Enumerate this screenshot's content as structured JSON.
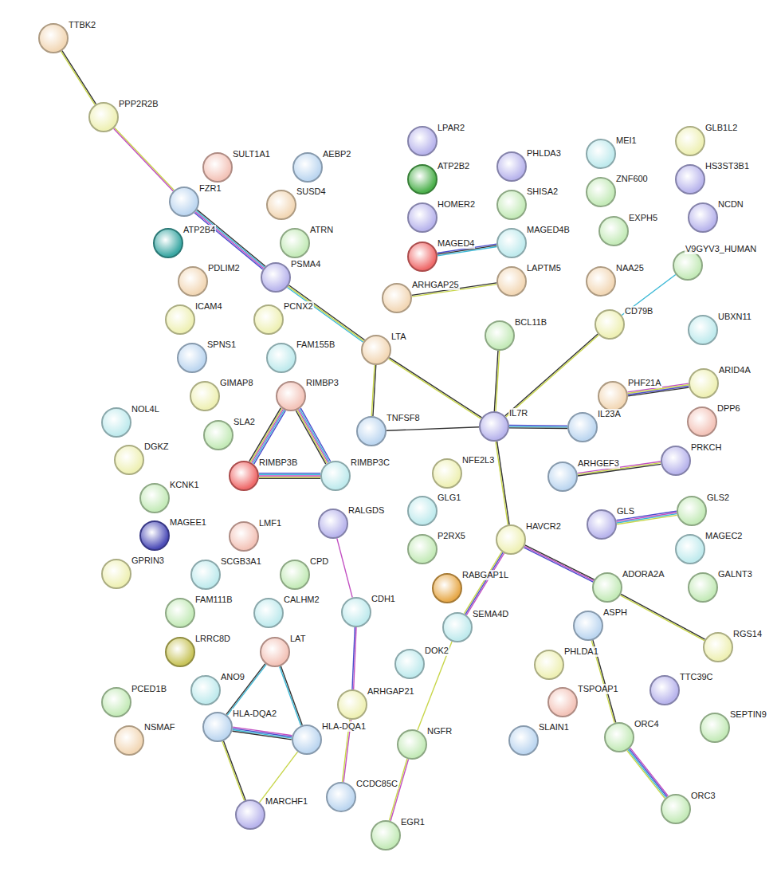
{
  "diagram": {
    "nodes": [
      {
        "text": [
          "TTBK2"
        ]
      },
      {
        "text": [
          "PPP2R2B"
        ]
      },
      {
        "text": [
          "LPAR2"
        ]
      },
      {
        "text": [
          "GLB1L2"
        ]
      },
      {
        "text": [
          "MEI1"
        ]
      },
      {
        "text": [
          "ATP2B2"
        ]
      },
      {
        "text": [
          "PHLDA3"
        ]
      },
      {
        "text": [
          "SULT1A1"
        ]
      },
      {
        "text": [
          "AEBP2"
        ]
      },
      {
        "text": [
          "HS3ST3B1"
        ]
      },
      {
        "text": [
          "ZNF600"
        ]
      },
      {
        "text": [
          "HOMER2"
        ]
      },
      {
        "text": [
          "SHISA2"
        ]
      },
      {
        "text": [
          "FZR1"
        ]
      },
      {
        "text": [
          "SUSD4"
        ]
      },
      {
        "text": [
          "NCDN"
        ]
      },
      {
        "text": [
          "EXPH5"
        ]
      },
      {
        "text": [
          "ATP2B4"
        ]
      },
      {
        "text": [
          "ATRN"
        ]
      },
      {
        "text": [
          "MAGED4"
        ]
      },
      {
        "text": [
          "MAGED4B"
        ]
      },
      {
        "text": [
          "V9GYV3_HUMAN"
        ]
      },
      {
        "text": [
          "PSMA4"
        ]
      },
      {
        "text": [
          "PDLIM2"
        ]
      },
      {
        "text": [
          "LAPTM5"
        ]
      },
      {
        "text": [
          "NAA25"
        ]
      },
      {
        "text": [
          "ARHGAP25"
        ]
      },
      {
        "text": [
          "ICAM4"
        ]
      },
      {
        "text": [
          "PCNX2"
        ]
      },
      {
        "text": [
          "CD79B"
        ]
      },
      {
        "text": [
          "UBXN11"
        ]
      },
      {
        "text": [
          "BCL11B"
        ]
      },
      {
        "text": [
          "LTA"
        ]
      },
      {
        "text": [
          "FAM155B"
        ]
      },
      {
        "text": [
          "SPNS1"
        ]
      },
      {
        "text": [
          "GIMAP8"
        ]
      },
      {
        "text": [
          "RIMBP3"
        ]
      },
      {
        "text": [
          "ARID4A"
        ]
      },
      {
        "text": [
          "PHF21A"
        ]
      },
      {
        "text": [
          "DPP6"
        ]
      },
      {
        "text": [
          "NOL4L"
        ]
      },
      {
        "text": [
          "IL7R"
        ]
      },
      {
        "text": [
          "IL23A"
        ]
      },
      {
        "text": [
          "TNFSF8"
        ]
      },
      {
        "text": [
          "SLA2"
        ]
      },
      {
        "text": [
          "DGKZ"
        ]
      },
      {
        "text": [
          "PRKCH"
        ]
      },
      {
        "text": [
          "NFE2L3"
        ]
      },
      {
        "text": [
          "RIMBP3B"
        ]
      },
      {
        "text": [
          "RIMBP3C"
        ]
      },
      {
        "text": [
          "ARHGEF3"
        ]
      },
      {
        "text": [
          "KCNK1"
        ]
      },
      {
        "text": [
          "GLG1"
        ]
      },
      {
        "text": [
          "GLS2"
        ]
      },
      {
        "text": [
          "RALGDS"
        ]
      },
      {
        "text": [
          "GLS"
        ]
      },
      {
        "text": [
          "MAGEE1"
        ]
      },
      {
        "text": [
          "LMF1"
        ]
      },
      {
        "text": [
          "HAVCR2"
        ]
      },
      {
        "text": [
          "P2RX5"
        ]
      },
      {
        "text": [
          "MAGEC2"
        ]
      },
      {
        "text": [
          "GPRIN3"
        ]
      },
      {
        "text": [
          "SCGB3A1"
        ]
      },
      {
        "text": [
          "CPD"
        ]
      },
      {
        "text": [
          "RABGAP1L"
        ]
      },
      {
        "text": [
          "ADORA2A"
        ]
      },
      {
        "text": [
          "GALNT3"
        ]
      },
      {
        "text": [
          "FAM111B"
        ]
      },
      {
        "text": [
          "CALHM2"
        ]
      },
      {
        "text": [
          "CDH1"
        ]
      },
      {
        "text": [
          "SEMA4D"
        ]
      },
      {
        "text": [
          "ASPH"
        ]
      },
      {
        "text": [
          "RGS14"
        ]
      },
      {
        "text": [
          "LAT"
        ]
      },
      {
        "text": [
          "LRRC8D"
        ]
      },
      {
        "text": [
          "DOK2"
        ]
      },
      {
        "text": [
          "PHLDA1"
        ]
      },
      {
        "text": [
          "ANO9"
        ]
      },
      {
        "text": [
          "TTC39C"
        ]
      },
      {
        "text": [
          "TSPOAP1"
        ]
      },
      {
        "text": [
          "PCED1B"
        ]
      },
      {
        "text": [
          "ARHGAP21"
        ]
      },
      {
        "text": [
          "HLA-DQA2"
        ]
      },
      {
        "text": [
          "SEPTIN9"
        ]
      },
      {
        "text": [
          "HLA-DQA1"
        ]
      },
      {
        "text": [
          "NSMAF"
        ]
      },
      {
        "text": [
          "SLAIN1"
        ]
      },
      {
        "text": [
          "ORC4"
        ]
      },
      {
        "text": [
          "NGFR"
        ]
      },
      {
        "text": [
          "CCDC85C"
        ]
      },
      {
        "text": [
          "ORC3"
        ]
      },
      {
        "text": [
          "MARCHF1"
        ]
      },
      {
        "text": [
          "EGR1"
        ]
      }
    ],
    "edges": [
      {
        "from": 0,
        "to": 1,
        "arrow": "none"
      },
      {
        "from": 1,
        "to": 13,
        "arrow": "none"
      },
      {
        "from": 13,
        "to": 22,
        "arrow": "none"
      },
      {
        "from": 22,
        "to": 32,
        "arrow": "none"
      },
      {
        "from": 32,
        "to": 43,
        "arrow": "none"
      },
      {
        "from": 32,
        "to": 41,
        "arrow": "none"
      },
      {
        "from": 43,
        "to": 41,
        "arrow": "none"
      },
      {
        "from": 41,
        "to": 31,
        "arrow": "none"
      },
      {
        "from": 41,
        "to": 29,
        "arrow": "none"
      },
      {
        "from": 29,
        "to": 21,
        "arrow": "none"
      },
      {
        "from": 41,
        "to": 42,
        "arrow": "none"
      },
      {
        "from": 41,
        "to": 58,
        "arrow": "none"
      },
      {
        "from": 58,
        "to": 70,
        "arrow": "none"
      },
      {
        "from": 58,
        "to": 65,
        "arrow": "none"
      },
      {
        "from": 65,
        "to": 72,
        "arrow": "none"
      },
      {
        "from": 70,
        "to": 88,
        "arrow": "none"
      },
      {
        "from": 88,
        "to": 92,
        "arrow": "none"
      },
      {
        "from": 36,
        "to": 48,
        "arrow": "none"
      },
      {
        "from": 36,
        "to": 49,
        "arrow": "none"
      },
      {
        "from": 48,
        "to": 49,
        "arrow": "none"
      },
      {
        "from": 19,
        "to": 20,
        "arrow": "none"
      },
      {
        "from": 26,
        "to": 24,
        "arrow": "none"
      },
      {
        "from": 38,
        "to": 37,
        "arrow": "none"
      },
      {
        "from": 50,
        "to": 46,
        "arrow": "none"
      },
      {
        "from": 55,
        "to": 53,
        "arrow": "none"
      },
      {
        "from": 54,
        "to": 69,
        "arrow": "none"
      },
      {
        "from": 69,
        "to": 81,
        "arrow": "none"
      },
      {
        "from": 81,
        "to": 89,
        "arrow": "none"
      },
      {
        "from": 73,
        "to": 82,
        "arrow": "none"
      },
      {
        "from": 73,
        "to": 84,
        "arrow": "none"
      },
      {
        "from": 82,
        "to": 84,
        "arrow": "none"
      },
      {
        "from": 82,
        "to": 91,
        "arrow": "none"
      },
      {
        "from": 84,
        "to": 91,
        "arrow": "none"
      },
      {
        "from": 71,
        "to": 87,
        "arrow": "none"
      },
      {
        "from": 87,
        "to": 90,
        "arrow": "none"
      }
    ]
  }
}
